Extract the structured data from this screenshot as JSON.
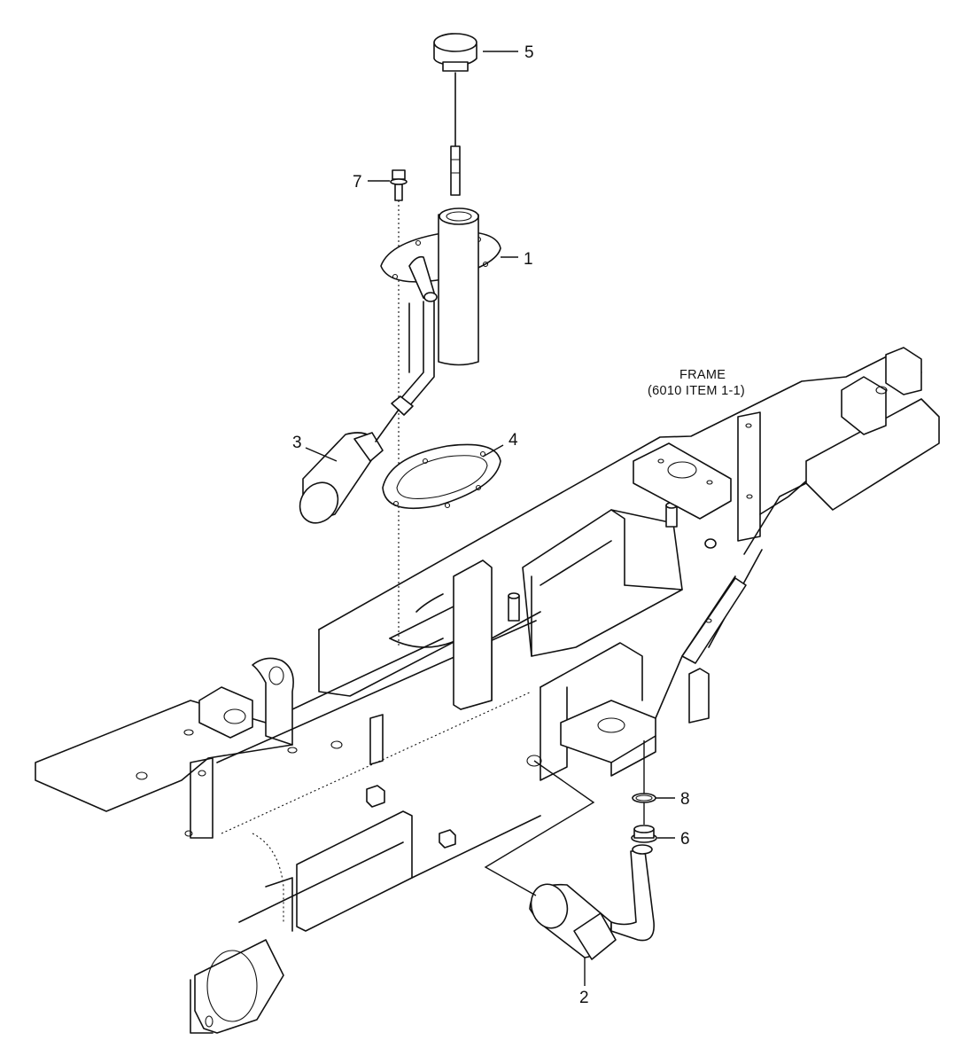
{
  "callouts": {
    "c1": "1",
    "c2": "2",
    "c3": "3",
    "c4": "4",
    "c5": "5",
    "c6": "6",
    "c7": "7",
    "c8": "8"
  },
  "frame_label": {
    "line1": "FRAME",
    "line2": "(6010 ITEM 1-1)"
  }
}
